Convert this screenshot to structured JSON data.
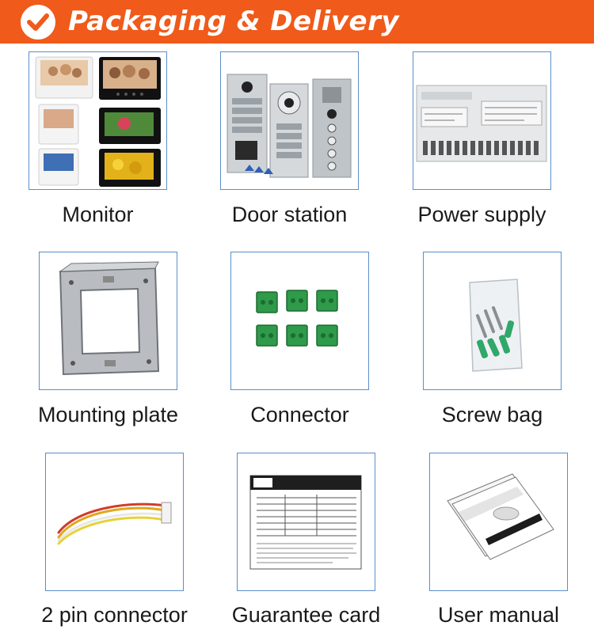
{
  "header": {
    "title": "Packaging & Delivery",
    "icon": "check-circle-icon",
    "background_color": "#f05a1a"
  },
  "items": [
    {
      "label": "Monitor",
      "icon": "monitor-icon"
    },
    {
      "label": "Door station",
      "icon": "door-station-icon"
    },
    {
      "label": "Power supply",
      "icon": "power-supply-icon"
    },
    {
      "label": "Mounting plate",
      "icon": "mounting-plate-icon"
    },
    {
      "label": "Connector",
      "icon": "connector-icon"
    },
    {
      "label": "Screw bag",
      "icon": "screw-bag-icon"
    },
    {
      "label": "2 pin connector",
      "icon": "two-pin-connector-icon"
    },
    {
      "label": "Guarantee card",
      "icon": "guarantee-card-icon"
    },
    {
      "label": "User manual",
      "icon": "user-manual-icon"
    }
  ],
  "frame_border_color": "#5b8ec9"
}
